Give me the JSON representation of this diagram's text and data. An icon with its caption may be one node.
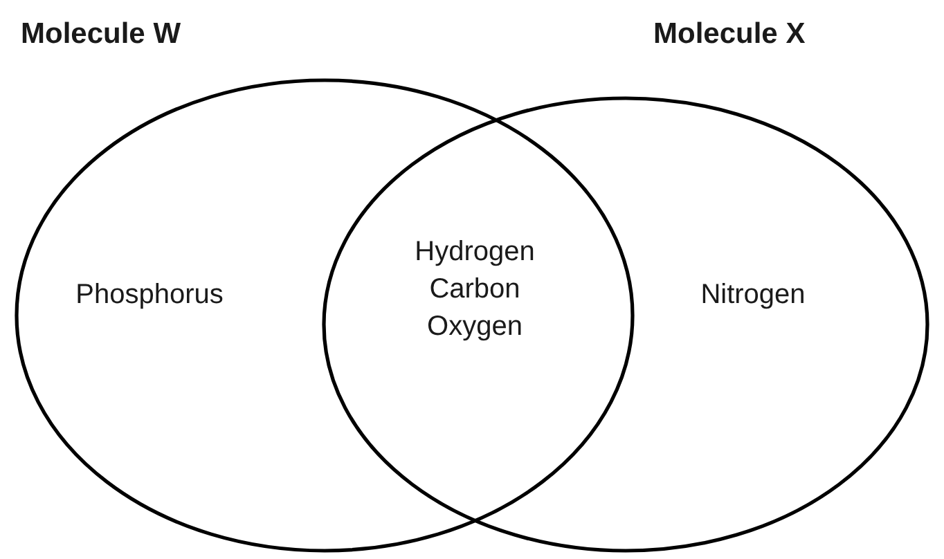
{
  "diagram": {
    "nodes": [
      {
        "text": [
          "Molecule W",
          "Phosphorus"
        ]
      },
      {
        "text": [
          "Molecule X",
          "Nitrogen"
        ]
      }
    ],
    "labels": [
      "Hydrogen",
      "Carbon",
      "Oxygen"
    ]
  }
}
